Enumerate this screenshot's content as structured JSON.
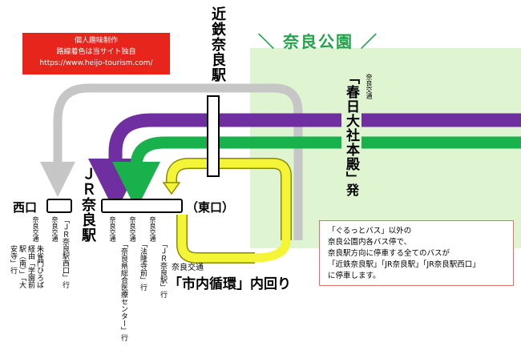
{
  "credit": {
    "line1": "個人趣味制作",
    "line2": "路線着色は当サイト独自",
    "line3": "https://www.heijo-tourism.com/"
  },
  "park": {
    "title": "＼ 奈良公園 ／"
  },
  "stations": {
    "kintetsu_nara": "近鉄奈良駅",
    "jr_nara": "ＪＲ奈良駅",
    "nishiguchi": "西口",
    "higashiguchi": "（東口）"
  },
  "west_exit_stop": {
    "col1": {
      "operator": "奈良交通",
      "destination": "「ＪＲ奈良駅西口」行"
    },
    "col2": {
      "operator": "奈良交通",
      "destination": "朱雀門ひろば経由「学園前駅（南）」「大安寺」行"
    }
  },
  "east_exit_stop": {
    "col1": {
      "operator": "奈良交通",
      "destination": "「奈良県総合医療センター」行"
    },
    "col2": {
      "operator": "奈良交通",
      "destination": "「法隆寺前」行"
    },
    "col3": {
      "operator": "奈良交通",
      "destination": "「ＪＲ奈良駅」行"
    }
  },
  "kasuga": {
    "operator": "奈良交通",
    "name": "「春日大社本殿」",
    "suffix": "発"
  },
  "loop": {
    "operator": "奈良交通",
    "name": "「市内循環」内回り"
  },
  "note": {
    "line1": "「ぐるっとバス」以外の",
    "line2": "奈良公園内各バス停で、",
    "line3": "奈良駅方向に停車する全てのバスが",
    "line4": "「近鉄奈良駅」「JR奈良駅」「JR奈良駅西口」",
    "line5": "に停車します。"
  },
  "colors": {
    "park_bg": "#dff5d2",
    "park_title": "#22a34a",
    "route_gray": "#c6c6c6",
    "route_purple": "#6f2fa0",
    "route_green": "#19b14b",
    "route_yellow": "#f4f536",
    "credit_bg": "#e8251c",
    "note_border": "#e07070"
  }
}
